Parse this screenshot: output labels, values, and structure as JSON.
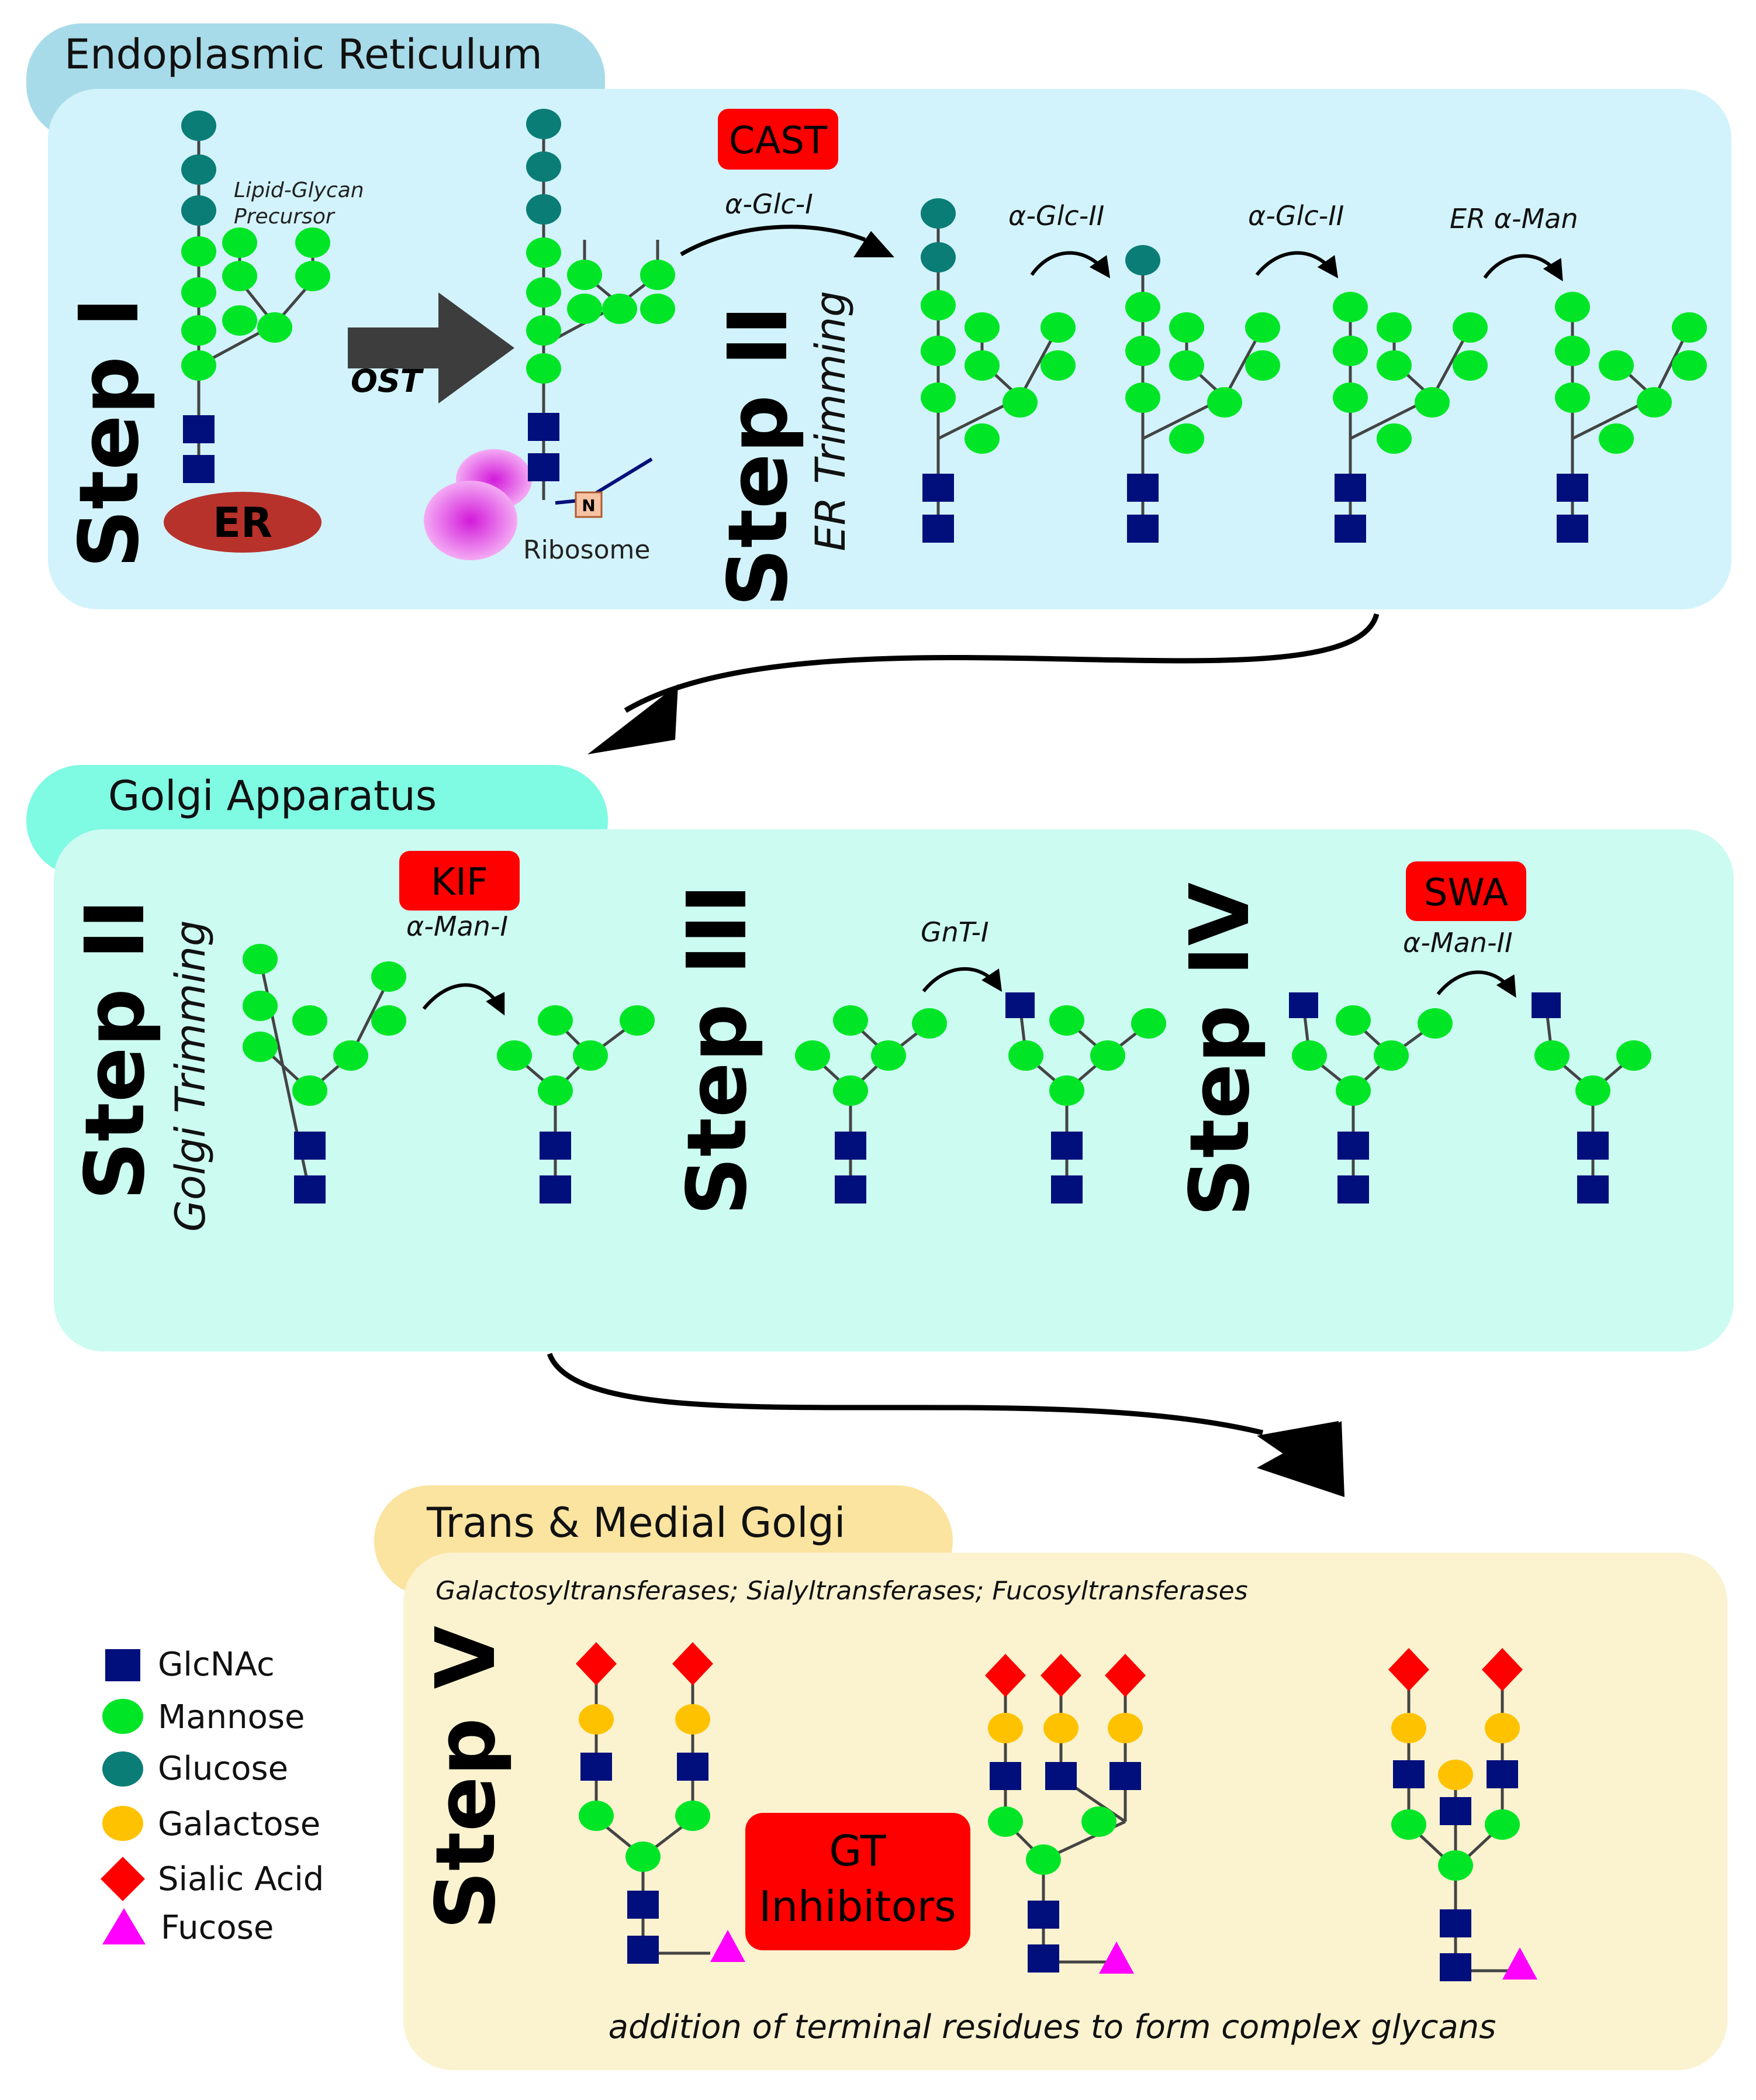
{
  "sections": {
    "er": "Endoplasmic Reticulum",
    "golgi": "Golgi Apparatus",
    "trans": "Trans & Medial Golgi"
  },
  "steps": {
    "step1": "Step I",
    "step2_er": "Step II",
    "step2_er_sub": "ER Trimming",
    "step2_golgi": "Step II",
    "step2_golgi_sub": "Golgi Trimming",
    "step3": "Step III",
    "step4": "Step IV",
    "step5": "Step V"
  },
  "labels": {
    "lipid_glycan": "Lipid-Glycan",
    "precursor": "Precursor",
    "er_organelle": "ER",
    "ost": "OST",
    "ribosome": "Ribosome",
    "n_residue": "N",
    "glc1": "α-Glc-I",
    "glc2a": "α-Glc-II",
    "glc2b": "α-Glc-II",
    "er_man": "ER α-Man",
    "man1": "α-Man-I",
    "gnt1": "GnT-I",
    "man2": "α-Man-II",
    "transferases": "Galactosyltransferases; Sialyltransferases; Fucosyltransferases",
    "terminal": "addition of terminal residues to form complex glycans"
  },
  "inhibitors": {
    "cast": "CAST",
    "kif": "KIF",
    "swa": "SWA",
    "gt_line1": "GT",
    "gt_line2": "Inhibitors"
  },
  "legend": [
    {
      "label": "GlcNAc",
      "shape": "square",
      "color": "#000f7c"
    },
    {
      "label": "Mannose",
      "shape": "circle",
      "color": "#00e626"
    },
    {
      "label": "Glucose",
      "shape": "circle",
      "color": "#0b7d77"
    },
    {
      "label": "Galactose",
      "shape": "circle",
      "color": "#ffc200"
    },
    {
      "label": "Sialic Acid",
      "shape": "diamond",
      "color": "#ff0000"
    },
    {
      "label": "Fucose",
      "shape": "triangle",
      "color": "#ff00ff"
    }
  ],
  "colors": {
    "er_panel": "#d2f3fb",
    "er_tab": "#a8dbe9",
    "golgi_panel": "#ccfbf1",
    "golgi_tab": "#7ffae3",
    "trans_panel": "#fbf3cf",
    "trans_tab": "#fbe4a0",
    "inhibitor": "#ff0000",
    "er_organelle": "#b8322c"
  }
}
